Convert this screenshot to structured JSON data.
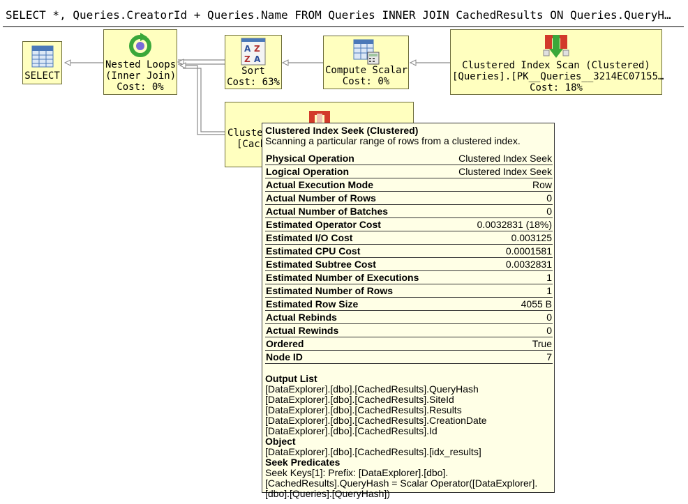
{
  "query_text": "SELECT *, Queries.CreatorId + Queries.Name FROM Queries INNER JOIN CachedResults ON Queries.QueryH…",
  "nodes": {
    "select": {
      "line1": "SELECT"
    },
    "nested_loops": {
      "line1": "Nested Loops",
      "line2": "(Inner Join)",
      "line3": "Cost: 0%"
    },
    "sort": {
      "line1": "Sort",
      "line2": "Cost: 63%"
    },
    "compute_scalar": {
      "line1": "Compute Scalar",
      "line2": "Cost: 0%"
    },
    "clustered_index_scan": {
      "line1": "Clustered Index Scan (Clustered)",
      "line2": "[Queries].[PK__Queries__3214EC07155…",
      "line3": "Cost: 18%"
    },
    "clustered_index_seek": {
      "line1": "Cluste",
      "line2": "[Cach"
    }
  },
  "tooltip": {
    "title": "Clustered Index Seek (Clustered)",
    "description": "Scanning a particular range of rows from a clustered index.",
    "properties": [
      {
        "name": "Physical Operation",
        "value": "Clustered Index Seek"
      },
      {
        "name": "Logical Operation",
        "value": "Clustered Index Seek"
      },
      {
        "name": "Actual Execution Mode",
        "value": "Row"
      },
      {
        "name": "Actual Number of Rows",
        "value": "0"
      },
      {
        "name": "Actual Number of Batches",
        "value": "0"
      },
      {
        "name": "Estimated Operator Cost",
        "value": "0.0032831 (18%)"
      },
      {
        "name": "Estimated I/O Cost",
        "value": "0.003125"
      },
      {
        "name": "Estimated CPU Cost",
        "value": "0.0001581"
      },
      {
        "name": "Estimated Subtree Cost",
        "value": "0.0032831"
      },
      {
        "name": "Estimated Number of Executions",
        "value": "1"
      },
      {
        "name": "Estimated Number of Rows",
        "value": "1"
      },
      {
        "name": "Estimated Row Size",
        "value": "4055 B"
      },
      {
        "name": "Actual Rebinds",
        "value": "0"
      },
      {
        "name": "Actual Rewinds",
        "value": "0"
      },
      {
        "name": "Ordered",
        "value": "True"
      },
      {
        "name": "Node ID",
        "value": "7"
      }
    ],
    "output_list_heading": "Output List",
    "output_list": [
      "[DataExplorer].[dbo].[CachedResults].QueryHash",
      "[DataExplorer].[dbo].[CachedResults].SiteId",
      "[DataExplorer].[dbo].[CachedResults].Results",
      "[DataExplorer].[dbo].[CachedResults].CreationDate",
      "[DataExplorer].[dbo].[CachedResults].Id"
    ],
    "object_heading": "Object",
    "object_value": "[DataExplorer].[dbo].[CachedResults].[idx_results]",
    "seek_heading": "Seek Predicates",
    "seek_lines": [
      "Seek Keys[1]: Prefix: [DataExplorer].[dbo].",
      "[CachedResults].QueryHash = Scalar Operator([DataExplorer].",
      "[dbo].[Queries].[QueryHash])"
    ]
  },
  "colors": {
    "node_fill": "#ffffbf",
    "tooltip_fill": "#ffffe6",
    "table_icon_blue": "#4a78b8",
    "loop_green": "#3aa83a",
    "seek_red": "#d23a2a"
  },
  "icons": {
    "select": "table-icon",
    "nested_loops": "loop-arrow-icon",
    "sort": "sort-az-icon",
    "compute_scalar": "calculator-table-icon",
    "clustered_index_scan": "index-scan-icon",
    "clustered_index_seek": "index-seek-icon"
  }
}
